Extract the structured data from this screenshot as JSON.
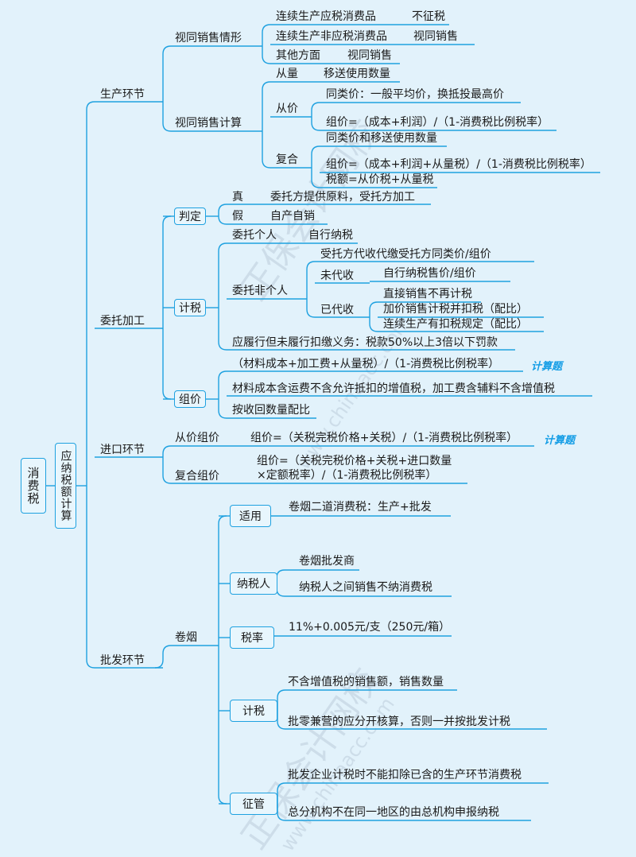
{
  "root": "消费税",
  "sub_root": "应纳税额计算",
  "watermark": {
    "name": "正保会计网校",
    "url": "www.chinaacc.com"
  },
  "calc_tag": "计算题",
  "production": {
    "title": "生产环节",
    "deemed_cases": {
      "title": "视同销售情形",
      "items": [
        {
          "label": "连续生产应税消费品",
          "value": "不征税"
        },
        {
          "label": "连续生产非应税消费品",
          "value": "视同销售"
        },
        {
          "label": "其他方面",
          "value": "视同销售"
        }
      ]
    },
    "deemed_calc": {
      "title": "视同销售计算",
      "specific": {
        "label": "从量",
        "value": "移送使用数量"
      },
      "ad_valorem": {
        "label": "从价",
        "items": [
          "同类价：一般平均价，换抵投最高价",
          "组价=（成本+利润）/（1-消费税比例税率）"
        ]
      },
      "compound": {
        "label": "复合",
        "items": [
          "同类价和移送使用数量",
          "组价=（成本+利润+从量税）/（1-消费税比例税率）",
          "税额=从价税+从量税"
        ]
      }
    }
  },
  "processing": {
    "title": "委托加工",
    "judge": {
      "title": "判定",
      "true": {
        "label": "真",
        "value": "委托方提供原料，受托方加工"
      },
      "false": {
        "label": "假",
        "value": "自产自销"
      }
    },
    "tax": {
      "title": "计税",
      "individual": {
        "label": "委托个人",
        "value": "自行纳税"
      },
      "non_individual": {
        "label": "委托非个人",
        "withheld_by_agent": "受托方代收代缴受托方同类价/组价",
        "not_collected": {
          "label": "未代收",
          "value": "自行纳税售价/组价"
        },
        "collected": {
          "label": "已代收",
          "items": [
            "直接销售不再计税",
            "加价销售计税并扣税（配比）",
            "连续生产有扣税规定（配比）"
          ]
        }
      },
      "penalty": "应履行但未履行扣缴义务：税款50%以上3倍以下罚款"
    },
    "composite_price": {
      "title": "组价",
      "items": [
        "（材料成本+加工费+从量税）/（1-消费税比例税率）",
        "材料成本含运费不含允许抵扣的增值税，加工费含辅料不含增值税",
        "按收回数量配比"
      ]
    }
  },
  "import": {
    "title": "进口环节",
    "ad_valorem": {
      "label": "从价组价",
      "value": "组价=（关税完税价格+关税）/（1-消费税比例税率）"
    },
    "compound": {
      "label": "复合组价",
      "line1": "组价=（关税完税价格+关税+进口数量",
      "line2": "×定额税率）/（1-消费税比例税率）"
    }
  },
  "wholesale": {
    "title": "批发环节",
    "cigarette": "卷烟",
    "apply": {
      "title": "适用",
      "value": "卷烟二道消费税：生产+批发"
    },
    "taxpayer": {
      "title": "纳税人",
      "items": [
        "卷烟批发商",
        "纳税人之间销售不纳消费税"
      ]
    },
    "rate": {
      "title": "税率",
      "value": "11%+0.005元/支（250元/箱）"
    },
    "tax": {
      "title": "计税",
      "items": [
        "不含增值税的销售额，销售数量",
        "批零兼营的应分开核算，否则一并按批发计税"
      ]
    },
    "admin": {
      "title": "征管",
      "items": [
        "批发企业计税时不能扣除已含的生产环节消费税",
        "总分机构不在同一地区的由总机构申报纳税"
      ]
    }
  },
  "colors": {
    "line": "#1ea1e0",
    "background": "#e2f2fb",
    "calc_tag": "#169ee6"
  }
}
